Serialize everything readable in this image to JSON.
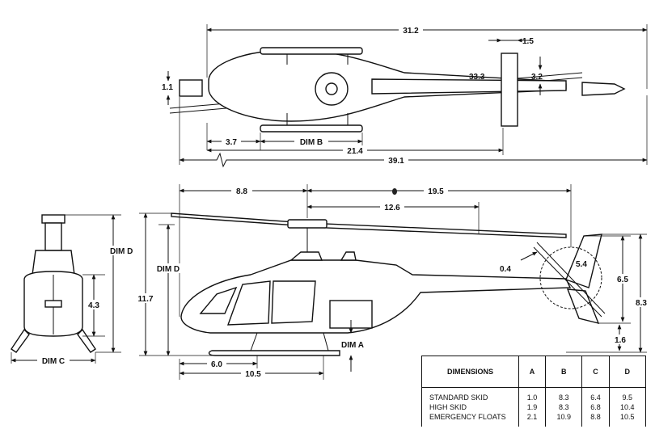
{
  "top_view": {
    "dims": {
      "overall_fuselage": "31.2",
      "tail_rotor_offset": "1.5",
      "main_rotor_diameter": "33.3",
      "tail_rotor_span": "3.2",
      "nose_width": "1.1",
      "skid_aft": "3.7",
      "dim_b": "DIM B",
      "skid_to_tail": "21.4",
      "overall_length": "39.1"
    }
  },
  "side_view": {
    "dims": {
      "mast_station": "8.8",
      "mast_to_tail": "19.5",
      "rotor_radius_fwd": "12.6",
      "tail_rotor_blade": "0.4",
      "tail_rotor_dia": "5.4",
      "fin_height": "6.5",
      "tail_height": "8.3",
      "tail_skid": "1.6",
      "overall_height": "11.7",
      "dim_d": "DIM D",
      "dim_a": "DIM A",
      "skid_fwd": "6.0",
      "skid_length": "10.5"
    }
  },
  "front_view": {
    "dims": {
      "dim_d": "DIM D",
      "cabin_height": "4.3",
      "dim_c": "DIM C"
    }
  },
  "dimensions_table": {
    "headers": [
      "DIMENSIONS",
      "A",
      "B",
      "C",
      "D"
    ],
    "rows": [
      {
        "label": "STANDARD SKID",
        "a": "1.0",
        "b": "8.3",
        "c": "6.4",
        "d": "9.5"
      },
      {
        "label": "HIGH SKID",
        "a": "1.9",
        "b": "8.3",
        "c": "6.8",
        "d": "10.4"
      },
      {
        "label": "EMERGENCY FLOATS",
        "a": "2.1",
        "b": "10.9",
        "c": "8.8",
        "d": "10.5"
      }
    ]
  }
}
